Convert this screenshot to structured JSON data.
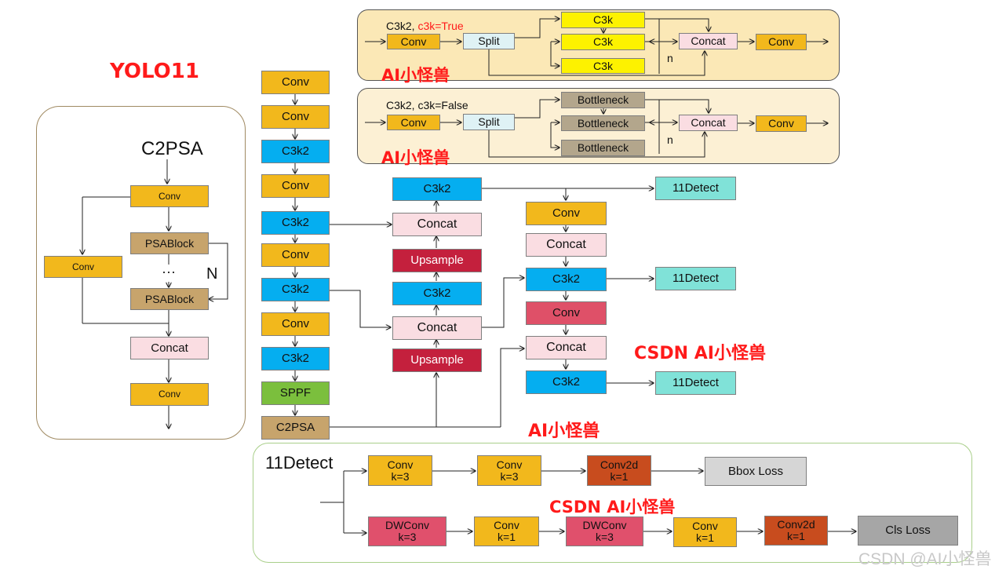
{
  "title": "YOLO11",
  "watermarks": {
    "wm1": "AI小怪兽",
    "wm2": "AI小怪兽",
    "wm3": "CSDN AI小怪兽",
    "wm4": "AI小怪兽",
    "wm5": "CSDN AI小怪兽",
    "credit": "CSDN @AI小怪兽"
  },
  "c2psa_panel": {
    "title": "C2PSA",
    "conv_top": "Conv",
    "conv_side": "Conv",
    "psablock1": "PSABlock",
    "ellipsis": "···",
    "psablock2": "PSABlock",
    "repeat": "N",
    "concat": "Concat",
    "conv_bottom": "Conv"
  },
  "backbone": {
    "layers": [
      "Conv",
      "Conv",
      "C3k2",
      "Conv",
      "C3k2",
      "Conv",
      "C3k2",
      "Conv",
      "C3k2",
      "SPPF",
      "C2PSA"
    ]
  },
  "neck": {
    "col1": [
      "C3k2",
      "Concat",
      "Upsample",
      "C3k2",
      "Concat",
      "Upsample"
    ],
    "col2": [
      "Conv",
      "Concat",
      "C3k2",
      "Conv",
      "Concat",
      "C3k2"
    ],
    "detect": [
      "11Detect",
      "11Detect",
      "11Detect"
    ]
  },
  "c3k2_true": {
    "label_prefix": "C3k2, ",
    "label_flag": "c3k=True",
    "conv_in": "Conv",
    "split": "Split",
    "blocks": [
      "C3k",
      "C3k",
      "C3k"
    ],
    "repeat": "n",
    "concat": "Concat",
    "conv_out": "Conv"
  },
  "c3k2_false": {
    "label": "C3k2, c3k=False",
    "conv_in": "Conv",
    "split": "Split",
    "blocks": [
      "Bottleneck",
      "Bottleneck",
      "Bottleneck"
    ],
    "repeat": "n",
    "concat": "Concat",
    "conv_out": "Conv"
  },
  "detect_head": {
    "title": "11Detect",
    "bbox_branch": [
      "Conv\nk=3",
      "Conv\nk=3",
      "Conv2d\nk=1"
    ],
    "bbox_loss": "Bbox Loss",
    "cls_branch": [
      "DWConv\nk=3",
      "Conv\nk=1",
      "DWConv\nk=3",
      "Conv\nk=1",
      "Conv2d\nk=1"
    ],
    "cls_loss": "Cls Loss"
  },
  "colors": {
    "conv": "#f2b81c",
    "c3k2": "#05aef0",
    "concat": "#fadde2",
    "upsample": "#c4203d",
    "detect": "#80e2d8",
    "sppf": "#7bbf3d",
    "c2psa": "#c7a46c",
    "watermark": "#ff1a1a"
  }
}
